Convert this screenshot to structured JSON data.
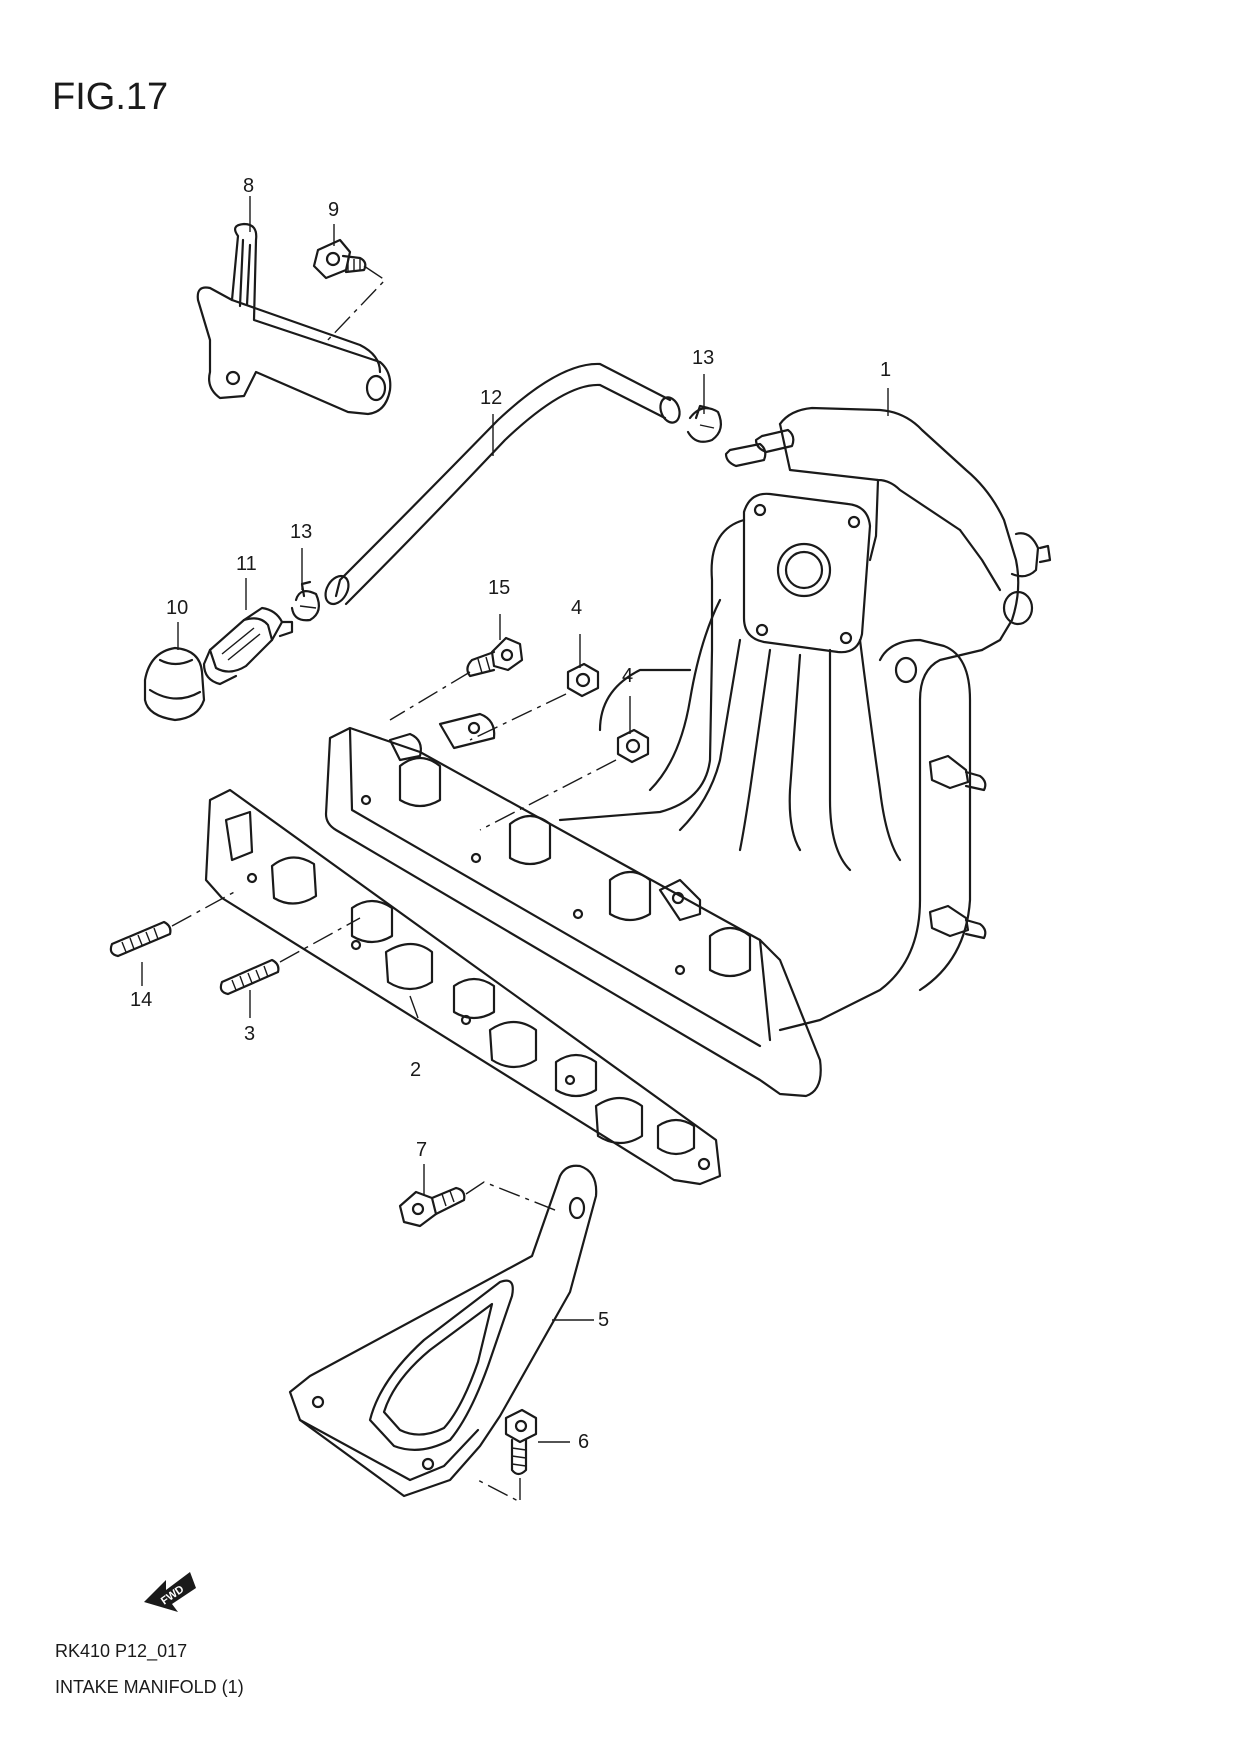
{
  "figure": {
    "title": "FIG.17",
    "code": "RK410 P12_017",
    "caption": "INTAKE MANIFOLD (1)"
  },
  "callouts": [
    {
      "id": "1",
      "part": "intake-manifold"
    },
    {
      "id": "2",
      "part": "manifold-gasket"
    },
    {
      "id": "3",
      "part": "stud-3"
    },
    {
      "id": "4",
      "part": "nut-upper"
    },
    {
      "id": "4",
      "part": "nut-lower"
    },
    {
      "id": "5",
      "part": "lower-bracket"
    },
    {
      "id": "6",
      "part": "bolt-6"
    },
    {
      "id": "7",
      "part": "bolt-7"
    },
    {
      "id": "8",
      "part": "upper-bracket"
    },
    {
      "id": "9",
      "part": "bolt-9"
    },
    {
      "id": "10",
      "part": "cap"
    },
    {
      "id": "11",
      "part": "pcv-valve"
    },
    {
      "id": "12",
      "part": "hose"
    },
    {
      "id": "13",
      "part": "clamp-upper"
    },
    {
      "id": "13",
      "part": "clamp-lower"
    },
    {
      "id": "14",
      "part": "stud-14"
    },
    {
      "id": "15",
      "part": "bolt-15"
    }
  ],
  "icons": {
    "fwd_arrow": {
      "name": "fwd-arrow-icon",
      "text": "FWD"
    }
  }
}
